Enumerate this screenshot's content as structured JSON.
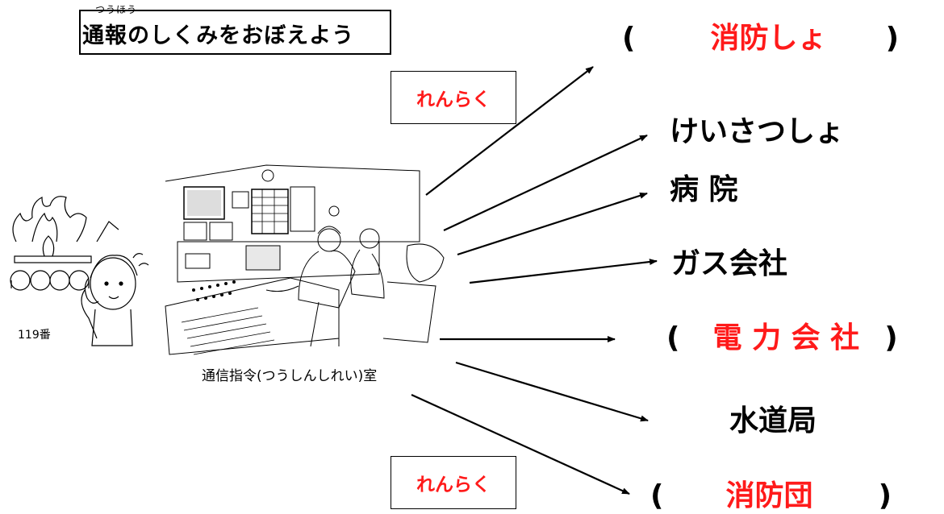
{
  "title": {
    "text": "通報のしくみをおぼえよう",
    "ruby": "つうほう"
  },
  "renraku_top": "れんらく",
  "renraku_bottom": "れんらく",
  "caller_label": "119番",
  "center_caption": "通信指令(つうしんしれい)室",
  "destinations": [
    {
      "open": "(",
      "text": "消防しょ",
      "close": ")"
    },
    {
      "text": "けいさつしょ"
    },
    {
      "text": "病 院"
    },
    {
      "text": "ガス会社"
    },
    {
      "open": "(",
      "text": "電 力 会 社",
      "close": ")"
    },
    {
      "text": "水道局"
    },
    {
      "open": "(",
      "text": "消防団",
      "close": ")"
    }
  ],
  "colors": {
    "answer_red": "#ff1a1a",
    "line": "#000000"
  }
}
